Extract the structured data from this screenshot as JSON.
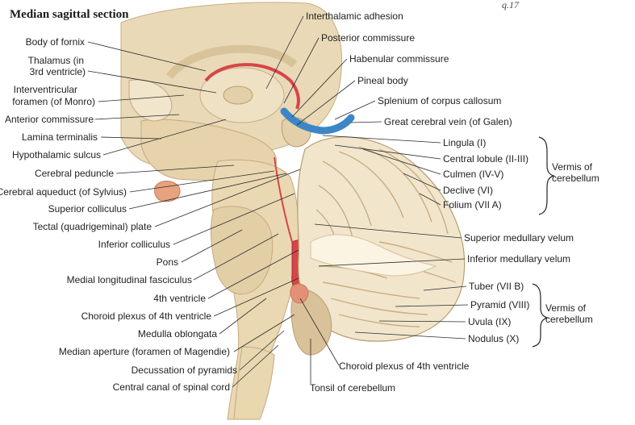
{
  "title": "Median sagittal section",
  "corner_mark": "q.17",
  "colors": {
    "tissue": "#e9d9b7",
    "tissue_light": "#f1e6cc",
    "tissue_dark": "#cdb38a",
    "grey_matter": "#dcc59b",
    "cerebellar_white": "#fbf4e3",
    "vessel_blue": "#3d86c6",
    "red_ventricle": "#d6454a",
    "choroid": "#e39176",
    "pituitary": "#e7a27e"
  },
  "left_labels": [
    "Body of fornix",
    "Thalamus (in",
    "3rd ventricle)",
    "Interventricular",
    "foramen (of Monro)",
    "Anterior commissure",
    "Lamina terminalis",
    "Hypothalamic sulcus",
    "Cerebral peduncle",
    "Cerebral aqueduct (of Sylvius)",
    "Superior colliculus",
    "Tectal (quadrigeminal) plate",
    "Inferior colliculus",
    "Pons",
    "Medial longitudinal fasciculus",
    "4th ventricle",
    "Choroid plexus of 4th ventricle",
    "Medulla oblongata",
    "Median aperture (foramen of Magendie)",
    "Decussation of pyramids",
    "Central canal of spinal cord"
  ],
  "right_labels": [
    "Interthalamic adhesion",
    "Posterior commissure",
    "Habenular commissure",
    "Pineal body",
    "Splenium of corpus callosum",
    "Great cerebral vein (of Galen)",
    "Lingula (I)",
    "Central lobule (II-III)",
    "Culmen (IV-V)",
    "Declive (VI)",
    "Folium (VII A)",
    "Superior medullary velum",
    "Inferior medullary velum",
    "Tuber (VII B)",
    "Pyramid (VIII)",
    "Uvula (IX)",
    "Nodulus (X)"
  ],
  "bottom_labels": [
    "Choroid plexus of 4th ventricle",
    "Tonsil of cerebellum"
  ],
  "brace_labels": [
    "Vermis of",
    "cerebellum",
    "Vermis of",
    "cerebellum"
  ]
}
